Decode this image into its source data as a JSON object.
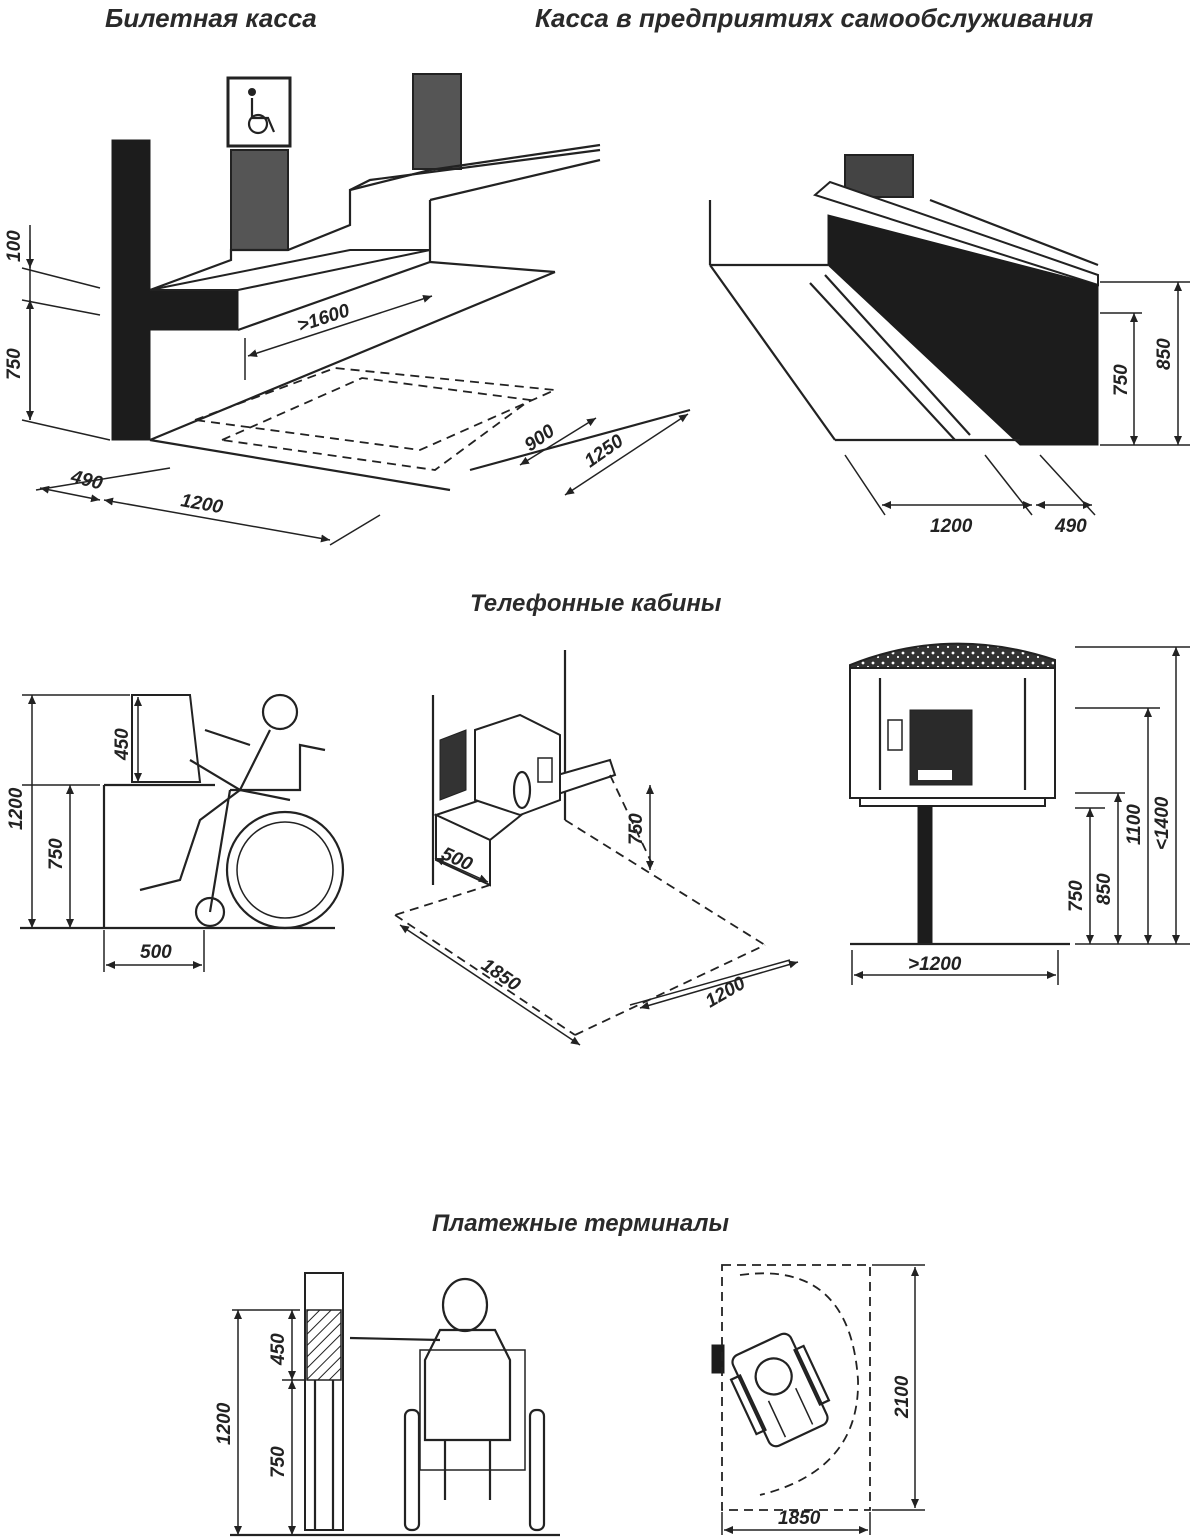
{
  "titles": {
    "ticket_office": "Билетная касса",
    "self_service": "Касса в предприятиях самообслуживания",
    "phone_booths": "Телефонные кабины",
    "payment_terminals": "Платежные терминалы"
  },
  "dims": {
    "ticket": {
      "d100": "100",
      "d750": "750",
      "d1600": ">1600",
      "d490": "490",
      "d1200": "1200",
      "d900": "900",
      "d1250": "1250"
    },
    "selfservice": {
      "d750": "750",
      "d850": "850",
      "d1200": "1200",
      "d490": "490"
    },
    "phone_side": {
      "d1200": "1200",
      "d450": "450",
      "d750": "750",
      "d500": "500"
    },
    "phone_iso": {
      "d500": "500",
      "d750": "750",
      "d1850": "1850",
      "d1200": "1200"
    },
    "phone_front": {
      "d750": "750",
      "d850": "850",
      "d1100": "1100",
      "d1400": "<1400",
      "d1200": ">1200"
    },
    "terminal_side": {
      "d450": "450",
      "d1200": "1200",
      "d750": "750"
    },
    "terminal_plan": {
      "d2100": "2100",
      "d1850": "1850"
    }
  },
  "icons": {
    "accessibility": "wheelchair-icon"
  }
}
